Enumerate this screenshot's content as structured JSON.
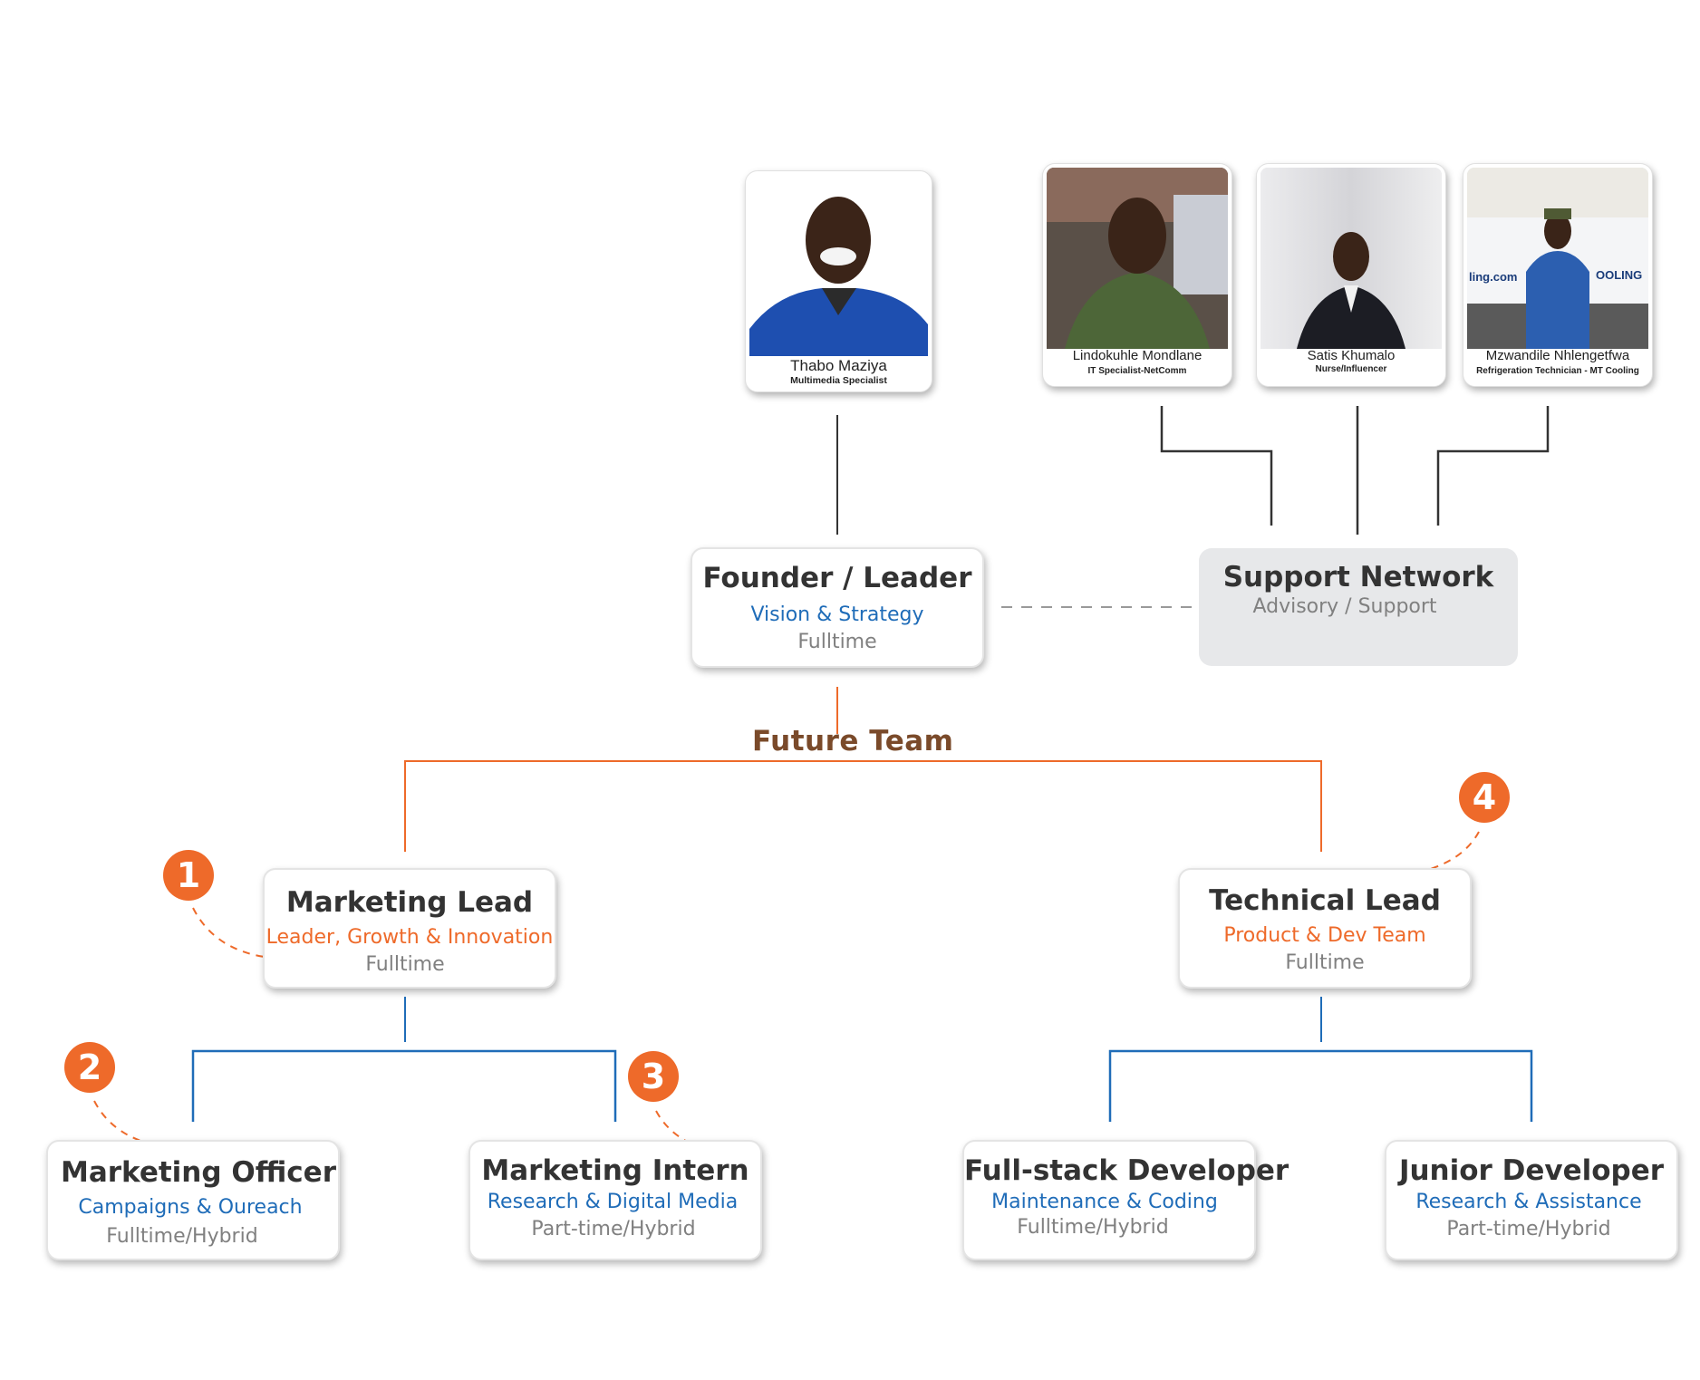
{
  "colors": {
    "accent_orange": "#ee6a2a",
    "accent_blue": "#1f6cb8",
    "title_dark": "#333333",
    "muted_grey": "#808080",
    "future_brown": "#7a4a2a",
    "support_bg": "#e7e8ea"
  },
  "founder_photo": {
    "name": "Thabo Maziya",
    "role": "Multimedia Specialist"
  },
  "support_photos": [
    {
      "name": "Lindokuhle Mondlane",
      "role": "IT Specialist-NetComm"
    },
    {
      "name": "Satis Khumalo",
      "role": "Nurse/Influencer"
    },
    {
      "name": "Mzwandile Nhlengetfwa",
      "role": "Refrigeration Technician - MT Cooling",
      "truck_text": [
        "ling.com",
        "OOLING"
      ]
    }
  ],
  "founder": {
    "title": "Founder / Leader",
    "focus": "Vision & Strategy",
    "type": "Fulltime"
  },
  "support": {
    "title": "Support Network",
    "focus": "Advisory / Support"
  },
  "future_team_label": "Future Team",
  "leads": [
    {
      "badge": "1",
      "title": "Marketing Lead",
      "focus": "Leader, Growth & Innovation",
      "type": "Fulltime"
    },
    {
      "badge": "4",
      "title": "Technical Lead",
      "focus": "Product & Dev Team",
      "type": "Fulltime"
    }
  ],
  "members": [
    {
      "badge": "2",
      "title": "Marketing Officer",
      "focus": "Campaigns & Oureach",
      "type": "Fulltime/Hybrid"
    },
    {
      "badge": "3",
      "title": "Marketing Intern",
      "focus": "Research & Digital Media",
      "type": "Part-time/Hybrid"
    },
    {
      "title": "Full-stack Developer",
      "focus": "Maintenance & Coding",
      "type": "Fulltime/Hybrid"
    },
    {
      "title": "Junior Developer",
      "focus": "Research & Assistance",
      "type": "Part-time/Hybrid"
    }
  ]
}
